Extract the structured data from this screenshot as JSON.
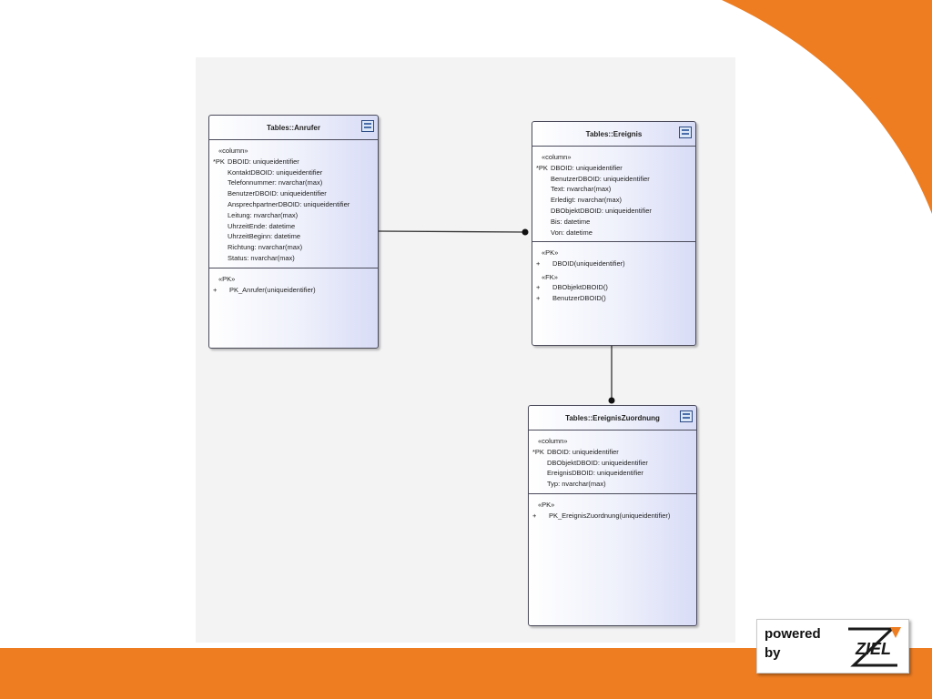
{
  "slide": {
    "title": "Datenbankdesign"
  },
  "tables": [
    {
      "id": "anrufer",
      "title": "Tables::Anrufer",
      "columns_stereotype": "«column»",
      "columns": [
        {
          "prefix": "*PK",
          "text": "DBOID: uniqueidentifier"
        },
        {
          "prefix": "",
          "text": "KontaktDBOID: uniqueidentifier"
        },
        {
          "prefix": "",
          "text": "Telefonnummer: nvarchar(max)"
        },
        {
          "prefix": "",
          "text": "BenutzerDBOID: uniqueidentifier"
        },
        {
          "prefix": "",
          "text": "AnsprechpartnerDBOID: uniqueidentifier"
        },
        {
          "prefix": "",
          "text": "Leitung: nvarchar(max)"
        },
        {
          "prefix": "",
          "text": "UhrzeitEnde: datetime"
        },
        {
          "prefix": "",
          "text": "UhrzeitBeginn: datetime"
        },
        {
          "prefix": "",
          "text": "Richtung: nvarchar(max)"
        },
        {
          "prefix": "",
          "text": "Status: nvarchar(max)"
        }
      ],
      "op_groups": [
        {
          "stereotype": "«PK»",
          "ops": [
            {
              "prefix": "+",
              "text": "PK_Anrufer(uniqueidentifier)"
            }
          ]
        }
      ]
    },
    {
      "id": "ereignis",
      "title": "Tables::Ereignis",
      "columns_stereotype": "«column»",
      "columns": [
        {
          "prefix": "*PK",
          "text": "DBOID: uniqueidentifier"
        },
        {
          "prefix": "",
          "text": "BenutzerDBOID: uniqueidentifier"
        },
        {
          "prefix": "",
          "text": "Text: nvarchar(max)"
        },
        {
          "prefix": "",
          "text": "Erledigt: nvarchar(max)"
        },
        {
          "prefix": "",
          "text": "DBObjektDBOID: uniqueidentifier"
        },
        {
          "prefix": "",
          "text": "Bis: datetime"
        },
        {
          "prefix": "",
          "text": "Von: datetime"
        }
      ],
      "op_groups": [
        {
          "stereotype": "«PK»",
          "ops": [
            {
              "prefix": "+",
              "text": "DBOID(uniqueidentifier)"
            }
          ]
        },
        {
          "stereotype": "«FK»",
          "ops": [
            {
              "prefix": "+",
              "text": "DBObjektDBOID()"
            },
            {
              "prefix": "+",
              "text": "BenutzerDBOID()"
            }
          ]
        }
      ]
    },
    {
      "id": "ereigniszuordnung",
      "title": "Tables::EreignisZuordnung",
      "columns_stereotype": "«column»",
      "columns": [
        {
          "prefix": "*PK",
          "text": "DBOID: uniqueidentifier"
        },
        {
          "prefix": "",
          "text": "DBObjektDBOID: uniqueidentifier"
        },
        {
          "prefix": "",
          "text": "EreignisDBOID: uniqueidentifier"
        },
        {
          "prefix": "",
          "text": "Typ: nvarchar(max)"
        }
      ],
      "op_groups": [
        {
          "stereotype": "«PK»",
          "ops": [
            {
              "prefix": "+",
              "text": "PK_EreignisZuordnung(uniqueidentifier)"
            }
          ]
        }
      ]
    }
  ],
  "connectors": [
    {
      "from": "anrufer",
      "to": "ereignis",
      "end": "filled-circle"
    },
    {
      "from": "ereignis",
      "to": "ereigniszuordnung",
      "end": "filled-circle"
    }
  ],
  "logo": {
    "line1": "powered",
    "line2": "by",
    "brand": "ZIEL"
  },
  "colors": {
    "accent_orange": "#ee7d22",
    "table_gradient_end": "#d8dcf6",
    "diagram_background": "#f3f3f4"
  }
}
